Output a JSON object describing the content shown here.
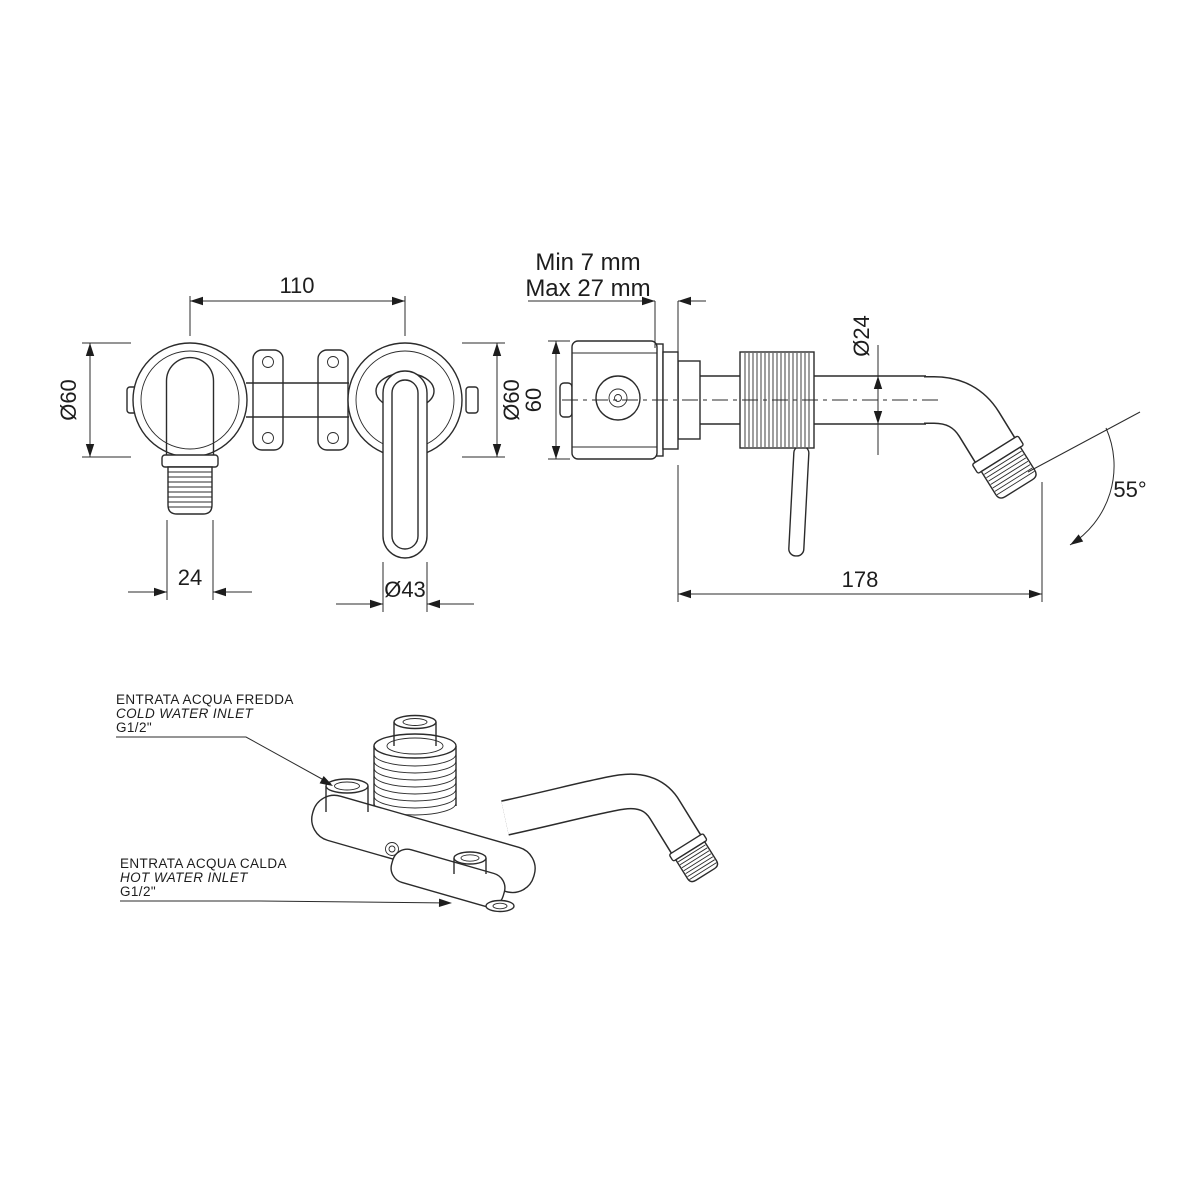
{
  "page": {
    "background": "#ffffff",
    "line_color": "#2b2b2b"
  },
  "drawing": {
    "front": {
      "dim_centers": "110",
      "dim_left_dia": "Ø60",
      "dim_right_dia": "Ø60",
      "dim_spout_width": "24",
      "dim_handle_dia": "Ø43"
    },
    "side": {
      "wall_min": "Min 7 mm",
      "wall_max": "Max 27 mm",
      "dim_height": "60",
      "dim_tube_dia": "Ø24",
      "dim_angle": "55°",
      "dim_reach": "178"
    },
    "iso": {
      "cold": [
        "ENTRATA ACQUA FREDDA",
        "COLD WATER INLET",
        "G1/2\""
      ],
      "hot": [
        "ENTRATA ACQUA CALDA",
        "HOT WATER INLET",
        "G1/2\""
      ]
    }
  }
}
